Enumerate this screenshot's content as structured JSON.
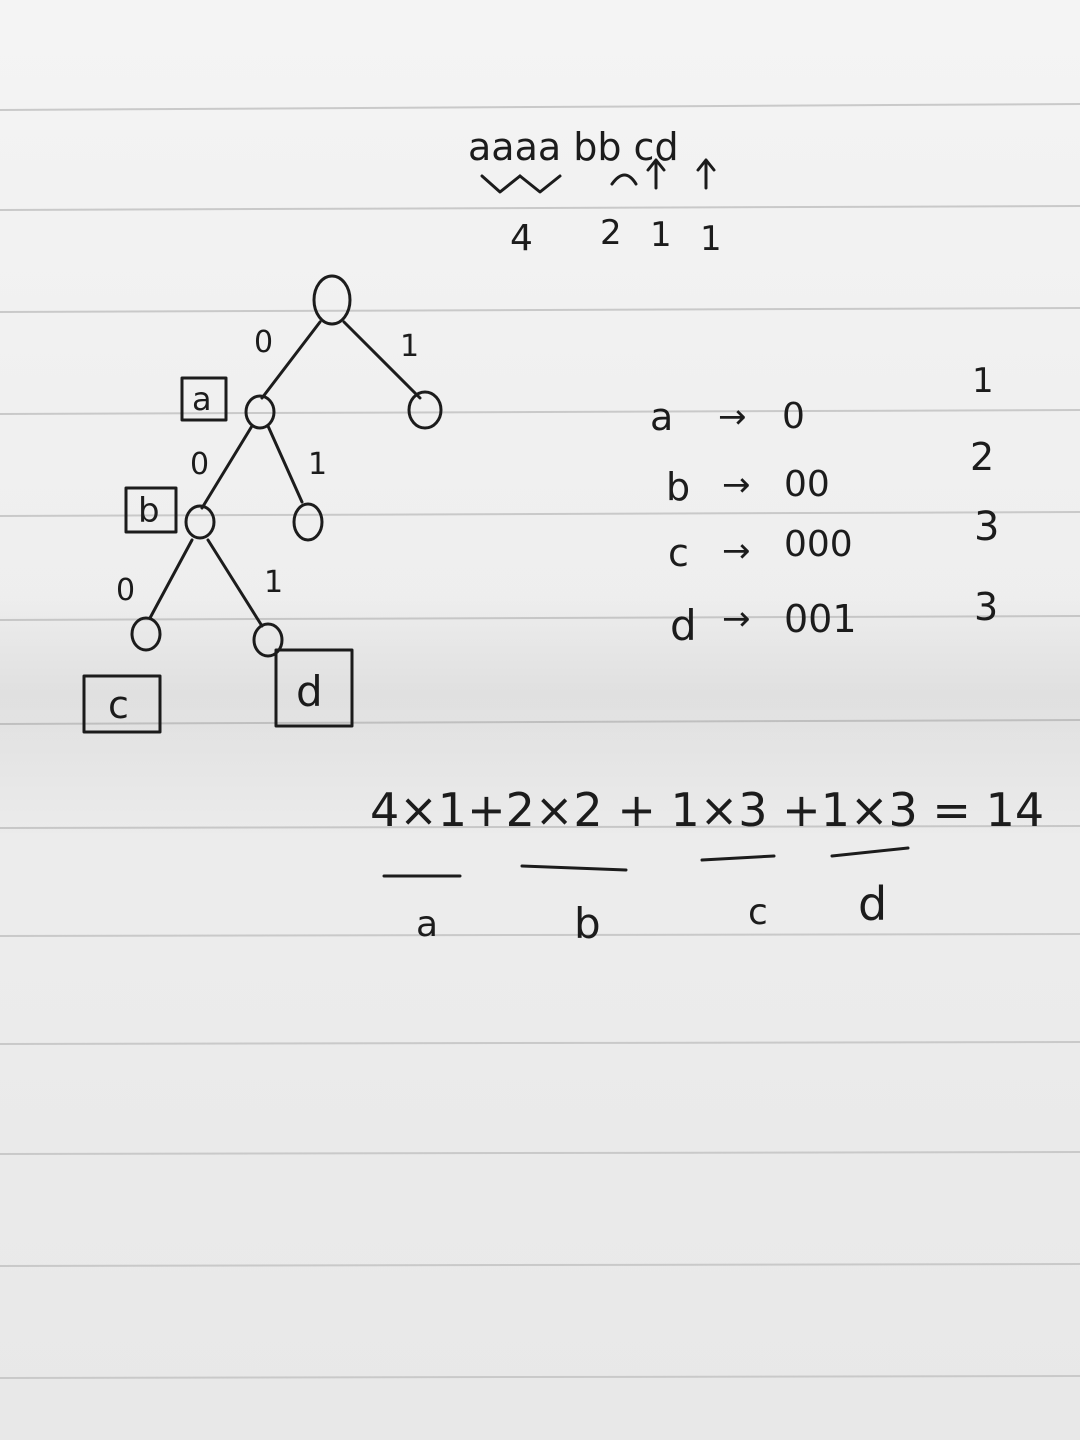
{
  "header": {
    "string": "aaaa bb cd",
    "counts": [
      "4",
      "2",
      "1",
      "1"
    ]
  },
  "tree": {
    "edge_left_label": "0",
    "edge_right_label": "1",
    "leaves": [
      "a",
      "b",
      "c",
      "d"
    ]
  },
  "codes": [
    {
      "symbol": "a",
      "code": "0",
      "length": "1"
    },
    {
      "symbol": "b",
      "code": "00",
      "length": "2"
    },
    {
      "symbol": "c",
      "code": "000",
      "length": "3"
    },
    {
      "symbol": "d",
      "code": "001",
      "length": "3"
    }
  ],
  "codes_arrow": "→",
  "equation": {
    "expression": "4×1+2×2 + 1×3 +1×3 = 14",
    "under_labels": [
      "a",
      "b",
      "c",
      "d"
    ]
  }
}
